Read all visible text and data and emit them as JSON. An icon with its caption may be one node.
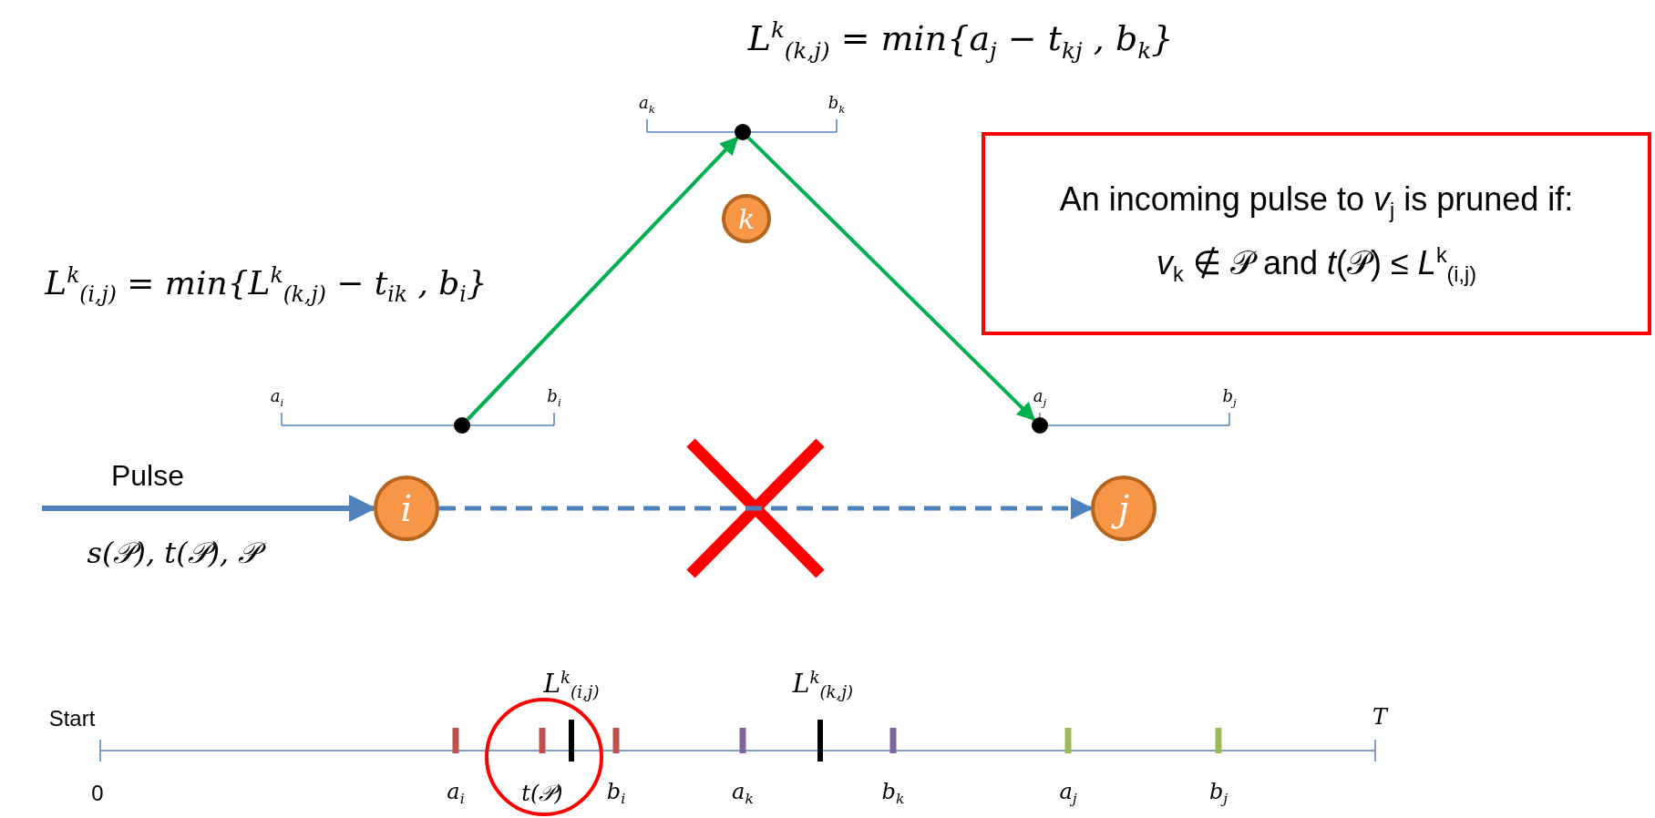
{
  "diagram": {
    "nodes": [
      {
        "text": [
          "i"
        ]
      },
      {
        "text": [
          "k"
        ]
      },
      {
        "text": [
          "j"
        ]
      },
      {
        "text": [],
        "shape": "circle"
      },
      {
        "text": [],
        "shape": "circle"
      },
      {
        "text": [],
        "shape": "circle"
      },
      {
        "text": [
          "An incoming pulse to *v*$_{j}$ is pruned if:",
          "*v*$_{k}$ ∉ 𝒫 and *t*(𝒫) ≤ *L*$^{k}$$_{(i,j)}$"
        ]
      }
    ],
    "edges": [
      {
        "from": null,
        "to": 0,
        "arrow": "to",
        "label": "Pulse",
        "color": "#4f81bd"
      },
      {
        "from": 0,
        "to": 2,
        "arrow": "to",
        "style": "dashed",
        "color": "#4f81bd"
      },
      {
        "from": 3,
        "to": 4,
        "arrow": "to",
        "color": "#00b050"
      },
      {
        "from": 4,
        "to": 5,
        "arrow": "to",
        "color": "#00b050"
      }
    ],
    "labels": [
      "L$^{k}$$_{(k,j)}$ = min{a$_{j}$ − t$_{kj}$ , b$_{k}$}",
      "a$_{k}$",
      "b$_{k}$",
      "L$^{k}$$_{(i,j)}$ = min{L$^{k}$$_{(k,j)}$ − t$_{ik}$ , b$_{i}$}",
      "a$_{i}$",
      "b$_{i}$",
      "a$_{j}$",
      "b$_{j}$",
      "s(𝒫), t(𝒫), 𝒫",
      "L$^{k}$$_{(i,j)}$",
      "L$^{k}$$_{(k,j)}$",
      "Start",
      "T",
      "0",
      "a$_{i}$",
      "t(𝒫)",
      "b$_{i}$",
      "a$_{k}$",
      "b$_{k}$",
      "a$_{j}$",
      "b$_{j}$"
    ]
  }
}
